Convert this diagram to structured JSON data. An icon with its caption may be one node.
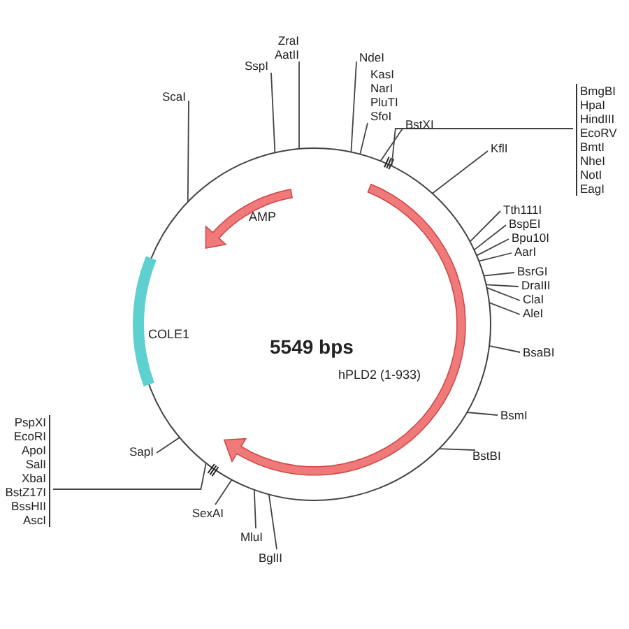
{
  "diagram": {
    "nodes": [
      {
        "text": [
          "ScaI"
        ]
      },
      {
        "text": [
          "SspI"
        ]
      },
      {
        "text": [
          "ZraI",
          "AatII"
        ]
      },
      {
        "text": [
          "NdeI"
        ]
      },
      {
        "text": [
          "KasI",
          "NarI",
          "PluTI",
          "SfoI"
        ]
      },
      {
        "text": [
          "BstXI"
        ]
      },
      {
        "text": [
          "BmgBI",
          "HpaI",
          "HindIII",
          "EcoRV",
          "BmtI",
          "NheI",
          "NotI",
          "EagI"
        ]
      },
      {
        "text": [
          "KflI"
        ]
      },
      {
        "text": [
          "Tth111I"
        ]
      },
      {
        "text": [
          "BspEI"
        ]
      },
      {
        "text": [
          "Bpu10I"
        ]
      },
      {
        "text": [
          "AarI"
        ]
      },
      {
        "text": [
          "BsrGI"
        ]
      },
      {
        "text": [
          "DraIII"
        ]
      },
      {
        "text": [
          "ClaI"
        ]
      },
      {
        "text": [
          "AleI"
        ]
      },
      {
        "text": [
          "BsaBI"
        ]
      },
      {
        "text": [
          "BsmI"
        ]
      },
      {
        "text": [
          "BstBI"
        ]
      },
      {
        "text": [
          "BglII"
        ]
      },
      {
        "text": [
          "MluI"
        ]
      },
      {
        "text": [
          "SexAI"
        ]
      },
      {
        "text": [
          "PspXI",
          "EcoRI",
          "ApoI",
          "SalI",
          "XbaI",
          "BstZ17I",
          "BssHII",
          "AscI"
        ]
      },
      {
        "text": [
          "SapI"
        ]
      }
    ],
    "edges": [
      {
        "from": 0,
        "to": null,
        "arrow": "none"
      },
      {
        "from": 1,
        "to": null,
        "arrow": "none"
      },
      {
        "from": 2,
        "to": null,
        "arrow": "none"
      },
      {
        "from": 3,
        "to": null,
        "arrow": "none"
      },
      {
        "from": 4,
        "to": null,
        "arrow": "none"
      },
      {
        "from": 5,
        "to": null,
        "arrow": "none"
      },
      {
        "from": 6,
        "to": null,
        "arrow": "none"
      },
      {
        "from": 7,
        "to": null,
        "arrow": "none"
      },
      {
        "from": 8,
        "to": null,
        "arrow": "none"
      },
      {
        "from": 9,
        "to": null,
        "arrow": "none"
      },
      {
        "from": 10,
        "to": null,
        "arrow": "none"
      },
      {
        "from": 11,
        "to": null,
        "arrow": "none"
      },
      {
        "from": 12,
        "to": null,
        "arrow": "none"
      },
      {
        "from": 13,
        "to": null,
        "arrow": "none"
      },
      {
        "from": 14,
        "to": null,
        "arrow": "none"
      },
      {
        "from": 15,
        "to": null,
        "arrow": "none"
      },
      {
        "from": 16,
        "to": null,
        "arrow": "none"
      },
      {
        "from": 17,
        "to": null,
        "arrow": "none"
      },
      {
        "from": 18,
        "to": null,
        "arrow": "none"
      },
      {
        "from": 19,
        "to": null,
        "arrow": "none"
      },
      {
        "from": 20,
        "to": null,
        "arrow": "none"
      },
      {
        "from": 21,
        "to": null,
        "arrow": "none"
      },
      {
        "from": 22,
        "to": null,
        "arrow": "none"
      },
      {
        "from": 23,
        "to": null,
        "arrow": "none"
      }
    ],
    "labels": [
      "AMP",
      "COLE1",
      "5549 bps",
      "hPLD2 (1-933)"
    ]
  }
}
